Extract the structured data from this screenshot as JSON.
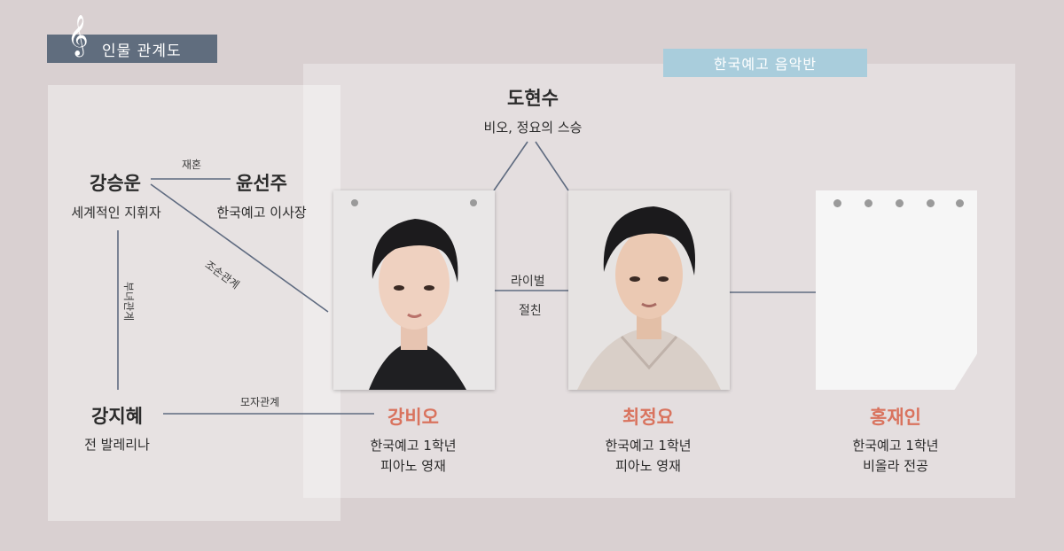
{
  "header": {
    "title": "인물 관계도"
  },
  "group_banner": {
    "label": "한국예고 음악반"
  },
  "characters": {
    "kang_seungwoon": {
      "name": "강승운",
      "desc": "세계적인 지휘자"
    },
    "yoon_seonju": {
      "name": "윤선주",
      "desc": "한국예고 이사장"
    },
    "kang_jihye": {
      "name": "강지혜",
      "desc": "전 발레리나"
    },
    "do_hyunsu": {
      "name": "도현수",
      "desc": "비오, 정요의 스승"
    },
    "kang_bio": {
      "name": "강비오",
      "desc_line1": "한국예고 1학년",
      "desc_line2": "피아노 영재"
    },
    "choi_jeongyo": {
      "name": "최정요",
      "desc_line1": "한국예고 1학년",
      "desc_line2": "피아노 영재"
    },
    "hong_jaein": {
      "name": "홍재인",
      "desc_line1": "한국예고 1학년",
      "desc_line2": "비올라 전공"
    }
  },
  "relations": {
    "remarriage": "재혼",
    "grandchild": "조손관계",
    "parent_child": "부녀관계",
    "mother_child": "모자관계",
    "rival": "라이벌",
    "best_friend": "절친"
  },
  "colors": {
    "background": "#d9d0d1",
    "title_banner": "#606d7e",
    "group_banner": "#a9cddc",
    "accent_name": "#d9735e",
    "line": "#5f6b80"
  }
}
